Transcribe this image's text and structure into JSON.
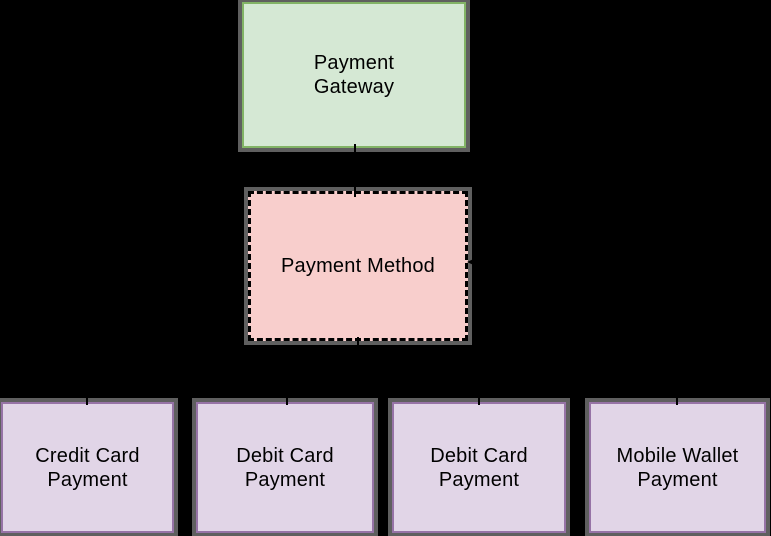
{
  "diagram": {
    "type": "flowchart",
    "background_color": "#000000",
    "text_color": "#000000",
    "halo_color": "rgba(158,158,158,0.6)",
    "connector_color": "#000000",
    "nodes": {
      "gateway": {
        "label": "Payment\nGateway",
        "fill": "#d5e8d4",
        "stroke": "#82b366",
        "border_style": "solid"
      },
      "method": {
        "label": "Payment Method",
        "fill": "#f8cecc",
        "stroke": "#000000",
        "border_style": "dashed"
      },
      "option1": {
        "label": "Credit Card\nPayment",
        "fill": "#e1d5e7",
        "stroke": "#9673a6",
        "border_style": "solid"
      },
      "option2": {
        "label": "Debit Card\nPayment",
        "fill": "#e1d5e7",
        "stroke": "#9673a6",
        "border_style": "solid"
      },
      "option3": {
        "label": "Debit Card\nPayment",
        "fill": "#e1d5e7",
        "stroke": "#9673a6",
        "border_style": "solid"
      },
      "option4": {
        "label": "Mobile Wallet\nPayment",
        "fill": "#e1d5e7",
        "stroke": "#9673a6",
        "border_style": "solid"
      }
    },
    "edges": [
      {
        "from": "gateway",
        "to": "method"
      },
      {
        "from": "method",
        "to": "option1"
      },
      {
        "from": "method",
        "to": "option2"
      },
      {
        "from": "method",
        "to": "option3"
      },
      {
        "from": "method",
        "to": "option4"
      },
      {
        "from": "unknown-right",
        "to": "method",
        "arrowhead": "left-pointing"
      }
    ]
  }
}
